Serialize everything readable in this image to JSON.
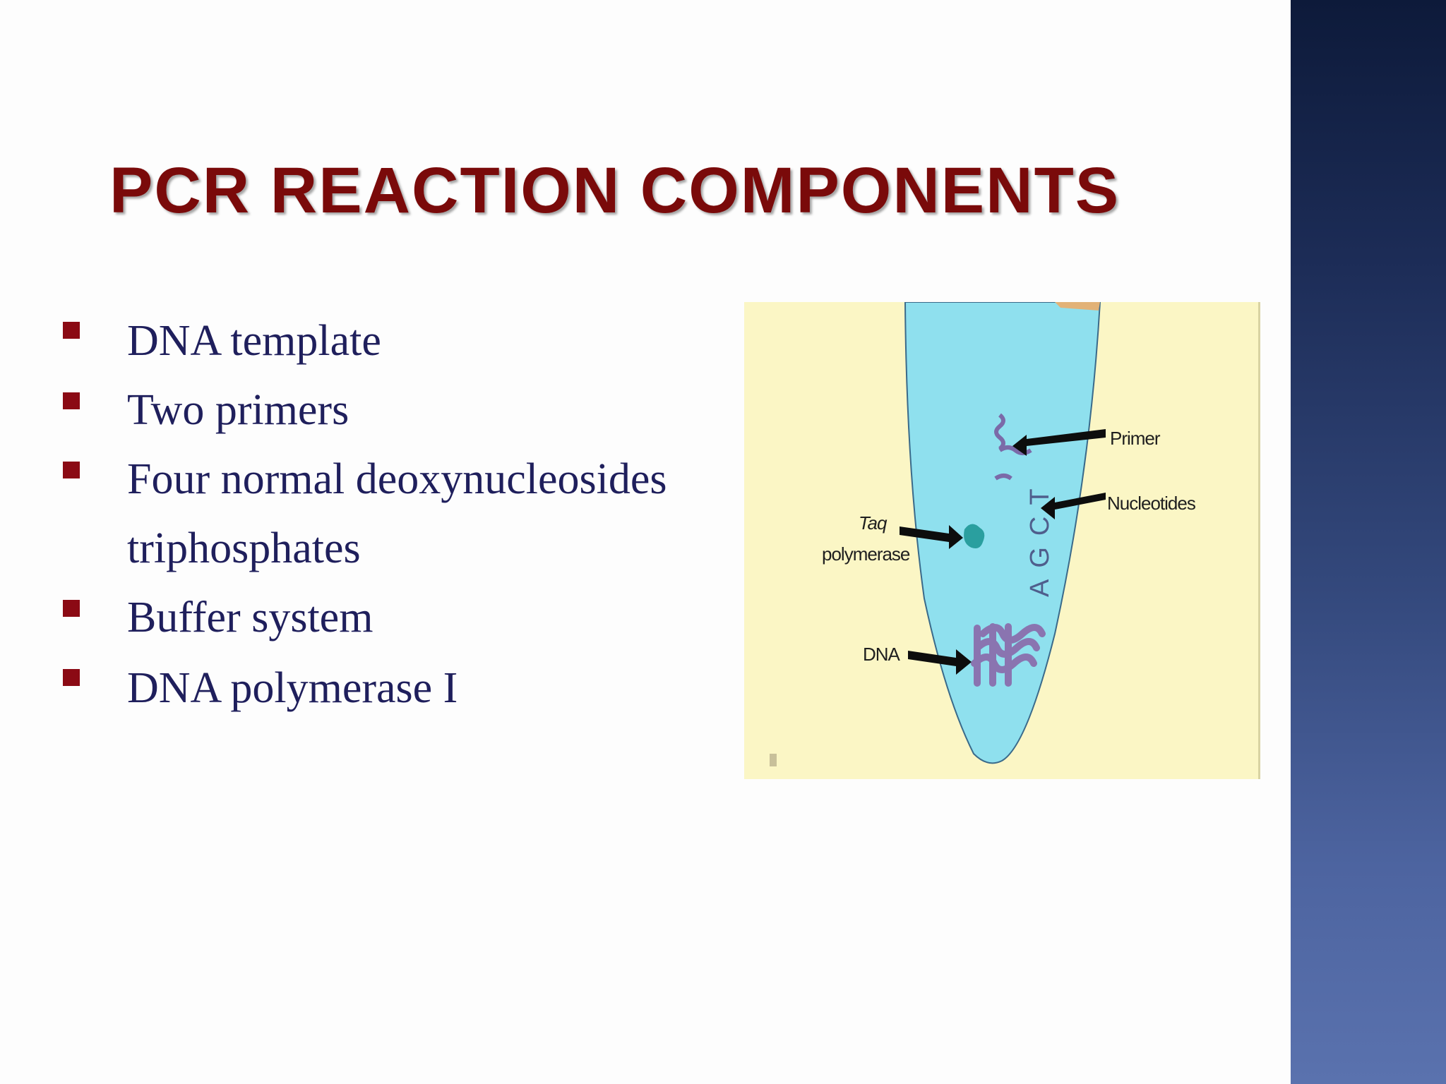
{
  "slide": {
    "title": "PCR REACTION COMPONENTS",
    "bullets": [
      "DNA template",
      "Two primers",
      "Four normal deoxynucleosides",
      "triphosphates",
      "Buffer system",
      "DNA polymerase I"
    ]
  },
  "figure": {
    "labels": {
      "primer": "Primer",
      "nucleotides": "Nucleotides",
      "taq_line1": "Taq",
      "taq_line2": "polymerase",
      "dna": "DNA"
    },
    "nucleotide_letters": "AGCT"
  },
  "colors": {
    "title": "#7a0a0a",
    "bullet_square": "#8b0a14",
    "body_text": "#1f1f5c",
    "figure_background": "#fbf6c5",
    "tube_fill": "#8fe0ee",
    "dna_strand": "#8a74b0",
    "side_band_top": "#0d1a3a",
    "side_band_bottom": "#5a72ae"
  }
}
